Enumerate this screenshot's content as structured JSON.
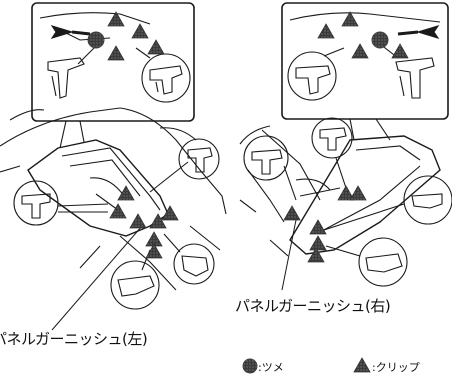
{
  "labels": {
    "left_panel": "パネルガーニッシュ(左)",
    "right_panel": "パネルガーニッシュ(右)"
  },
  "legend": {
    "claw_text": ":ツメ",
    "clip_text": ":クリップ"
  },
  "colors": {
    "line": "#1a1a1a",
    "marker_fill": "#2b2b2b",
    "marker_edge": "#555555"
  }
}
